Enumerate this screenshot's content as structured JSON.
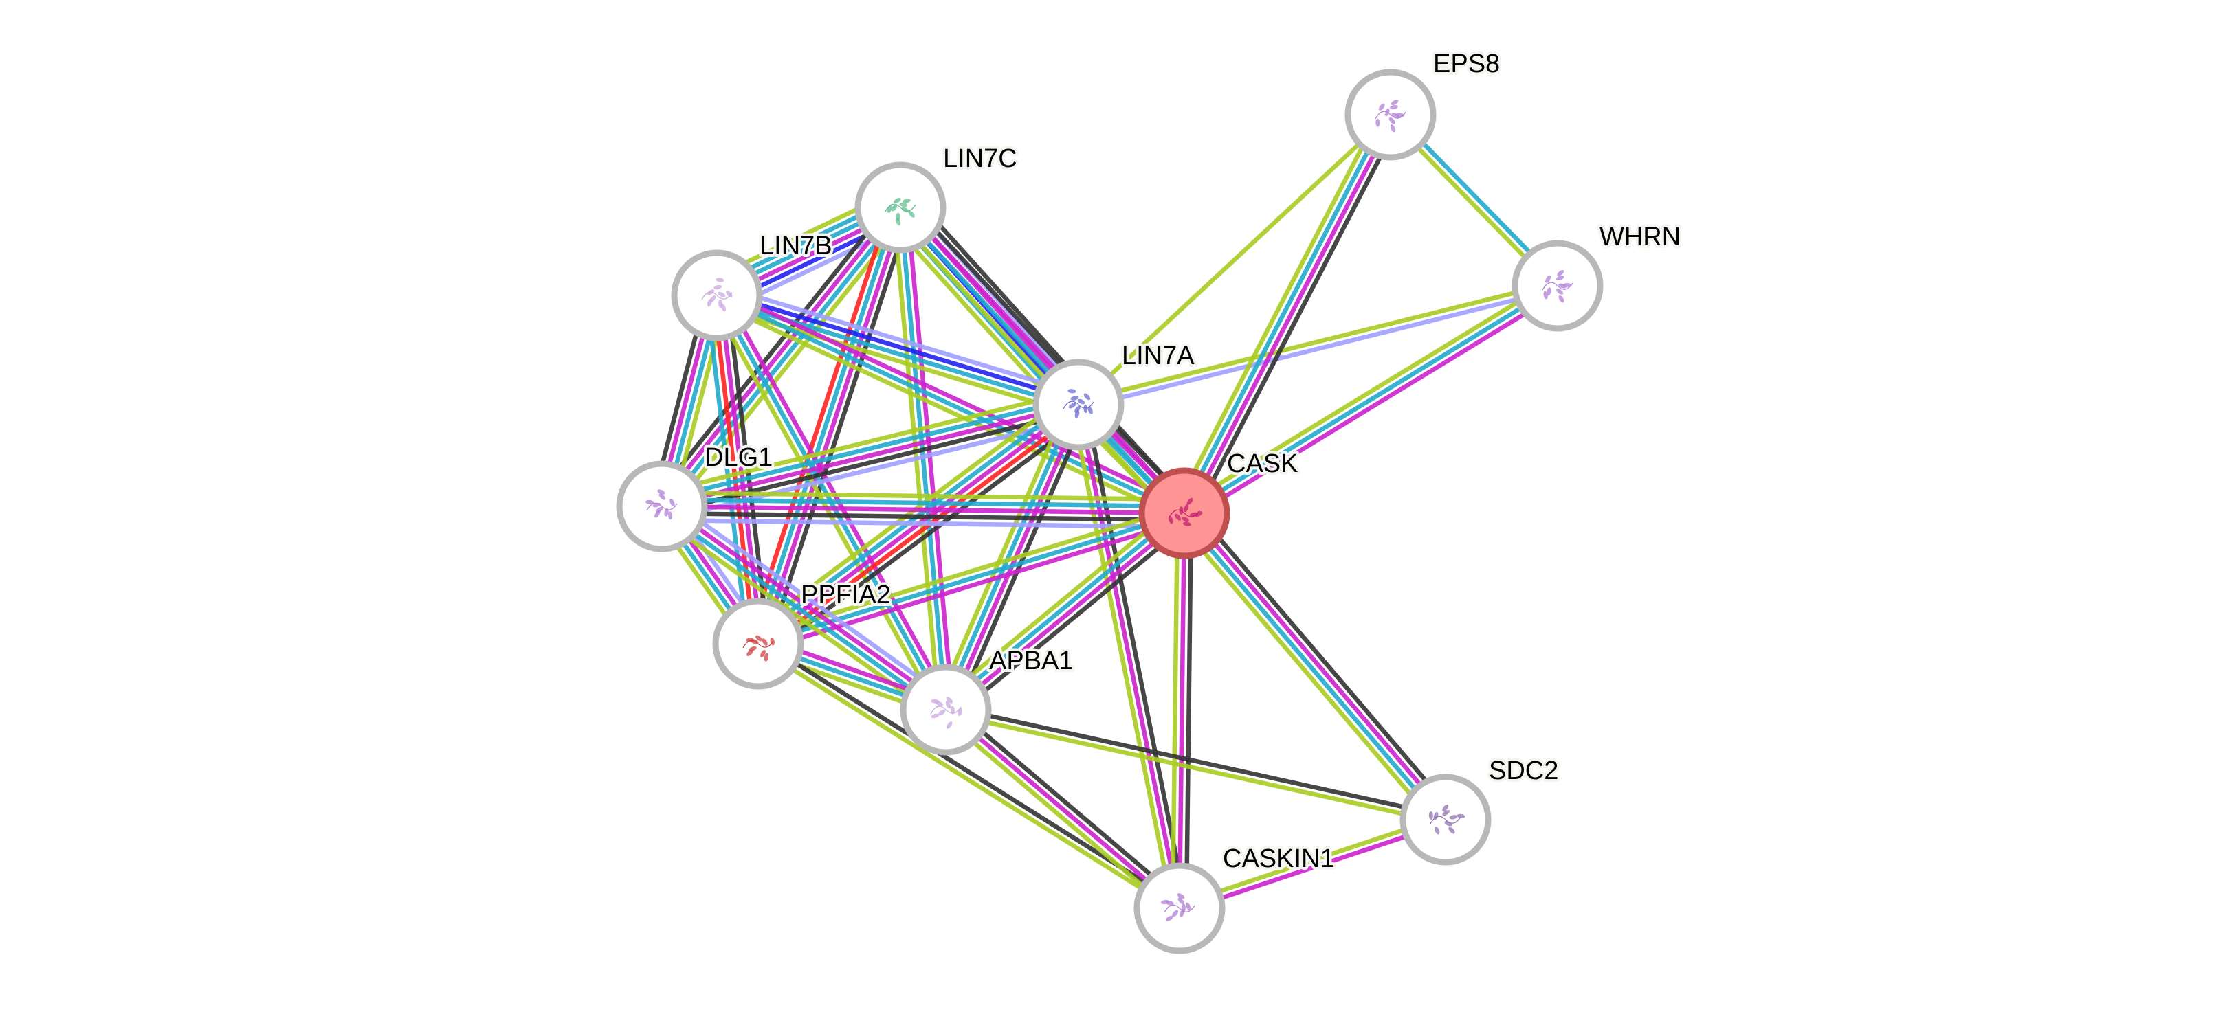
{
  "network": {
    "query_protein": "CASK",
    "colors": {
      "node_ring": "#b8b8b8",
      "node_fill": "#ffffff",
      "query_fill": "#ff9494",
      "query_ring": "#c05050",
      "lightpurple": "#a0a0ff",
      "blue": "#2222ee",
      "magenta": "#cc22cc",
      "cyan": "#22aacc",
      "lime": "#aacc22",
      "red": "#ff2222",
      "dark": "#333333"
    },
    "nodes": [
      {
        "id": "EPS8",
        "label": "EPS8",
        "structure_color": "#b07fd6"
      },
      {
        "id": "WHRN",
        "label": "WHRN",
        "structure_color": "#b07fd6"
      },
      {
        "id": "LIN7C",
        "label": "LIN7C",
        "structure_color": "#5fbf8f"
      },
      {
        "id": "LIN7B",
        "label": "LIN7B",
        "structure_color": "#c8a8e0"
      },
      {
        "id": "LIN7A",
        "label": "LIN7A",
        "structure_color": "#6a6ad0"
      },
      {
        "id": "CASK",
        "label": "CASK",
        "structure_color": "#c02070"
      },
      {
        "id": "DLG1",
        "label": "DLG1",
        "structure_color": "#b07fd6"
      },
      {
        "id": "PPFIA2",
        "label": "PPFIA2",
        "structure_color": "#d04040"
      },
      {
        "id": "APBA1",
        "label": "APBA1",
        "structure_color": "#c8a8e0"
      },
      {
        "id": "SDC2",
        "label": "SDC2",
        "structure_color": "#9070b0"
      },
      {
        "id": "CASKIN1",
        "label": "CASKIN1",
        "structure_color": "#b07fd6"
      }
    ],
    "edges": [
      {
        "source": "LIN7C",
        "target": "LIN7B",
        "evidence": [
          "lightpurple",
          "blue",
          "magenta",
          "cyan",
          "cyan",
          "lime"
        ]
      },
      {
        "source": "LIN7C",
        "target": "LIN7A",
        "evidence": [
          "dark",
          "lightpurple",
          "magenta",
          "blue",
          "cyan",
          "lime"
        ]
      },
      {
        "source": "LIN7C",
        "target": "CASK",
        "evidence": [
          "dark",
          "magenta",
          "cyan",
          "lime"
        ]
      },
      {
        "source": "LIN7C",
        "target": "DLG1",
        "evidence": [
          "lime",
          "cyan",
          "magenta",
          "dark"
        ]
      },
      {
        "source": "LIN7C",
        "target": "PPFIA2",
        "evidence": [
          "dark",
          "magenta",
          "cyan",
          "red"
        ]
      },
      {
        "source": "LIN7C",
        "target": "APBA1",
        "evidence": [
          "magenta",
          "cyan",
          "lime"
        ]
      },
      {
        "source": "LIN7B",
        "target": "LIN7A",
        "evidence": [
          "lightpurple",
          "blue",
          "cyan",
          "lime"
        ]
      },
      {
        "source": "LIN7B",
        "target": "CASK",
        "evidence": [
          "magenta",
          "cyan",
          "lime"
        ]
      },
      {
        "source": "LIN7B",
        "target": "DLG1",
        "evidence": [
          "lime",
          "cyan",
          "magenta",
          "dark"
        ]
      },
      {
        "source": "LIN7B",
        "target": "PPFIA2",
        "evidence": [
          "dark",
          "magenta",
          "red",
          "cyan"
        ]
      },
      {
        "source": "LIN7B",
        "target": "APBA1",
        "evidence": [
          "magenta",
          "cyan",
          "lime"
        ]
      },
      {
        "source": "LIN7A",
        "target": "DLG1",
        "evidence": [
          "lightpurple",
          "dark",
          "magenta",
          "cyan",
          "lime"
        ]
      },
      {
        "source": "LIN7A",
        "target": "CASK",
        "evidence": [
          "dark",
          "magenta",
          "cyan",
          "lime"
        ]
      },
      {
        "source": "LIN7A",
        "target": "PPFIA2",
        "evidence": [
          "dark",
          "red",
          "magenta",
          "cyan",
          "lime"
        ]
      },
      {
        "source": "LIN7A",
        "target": "APBA1",
        "evidence": [
          "dark",
          "magenta",
          "cyan",
          "lime"
        ]
      },
      {
        "source": "LIN7A",
        "target": "CASKIN1",
        "evidence": [
          "dark",
          "magenta",
          "lime"
        ]
      },
      {
        "source": "LIN7A",
        "target": "EPS8",
        "evidence": [
          "lime"
        ]
      },
      {
        "source": "LIN7A",
        "target": "WHRN",
        "evidence": [
          "lime",
          "lightpurple"
        ]
      },
      {
        "source": "CASK",
        "target": "DLG1",
        "evidence": [
          "lightpurple",
          "dark",
          "magenta",
          "cyan",
          "lime"
        ]
      },
      {
        "source": "CASK",
        "target": "PPFIA2",
        "evidence": [
          "magenta",
          "cyan",
          "lime"
        ]
      },
      {
        "source": "CASK",
        "target": "APBA1",
        "evidence": [
          "dark",
          "magenta",
          "cyan",
          "lime"
        ]
      },
      {
        "source": "CASK",
        "target": "CASKIN1",
        "evidence": [
          "dark",
          "magenta",
          "lime"
        ]
      },
      {
        "source": "CASK",
        "target": "SDC2",
        "evidence": [
          "dark",
          "magenta",
          "cyan",
          "lime"
        ]
      },
      {
        "source": "CASK",
        "target": "EPS8",
        "evidence": [
          "lime",
          "cyan",
          "magenta",
          "dark"
        ]
      },
      {
        "source": "CASK",
        "target": "WHRN",
        "evidence": [
          "lime",
          "cyan",
          "magenta"
        ]
      },
      {
        "source": "EPS8",
        "target": "WHRN",
        "evidence": [
          "cyan",
          "lime"
        ]
      },
      {
        "source": "DLG1",
        "target": "PPFIA2",
        "evidence": [
          "lightpurple",
          "magenta",
          "cyan",
          "lime"
        ]
      },
      {
        "source": "DLG1",
        "target": "APBA1",
        "evidence": [
          "lightpurple",
          "magenta",
          "cyan",
          "lime"
        ]
      },
      {
        "source": "PPFIA2",
        "target": "APBA1",
        "evidence": [
          "magenta",
          "cyan",
          "lime"
        ]
      },
      {
        "source": "PPFIA2",
        "target": "CASKIN1",
        "evidence": [
          "dark",
          "lime"
        ]
      },
      {
        "source": "APBA1",
        "target": "CASKIN1",
        "evidence": [
          "dark",
          "magenta",
          "lime"
        ]
      },
      {
        "source": "APBA1",
        "target": "SDC2",
        "evidence": [
          "dark",
          "lime"
        ]
      },
      {
        "source": "CASKIN1",
        "target": "SDC2",
        "evidence": [
          "lime",
          "magenta"
        ]
      }
    ]
  }
}
